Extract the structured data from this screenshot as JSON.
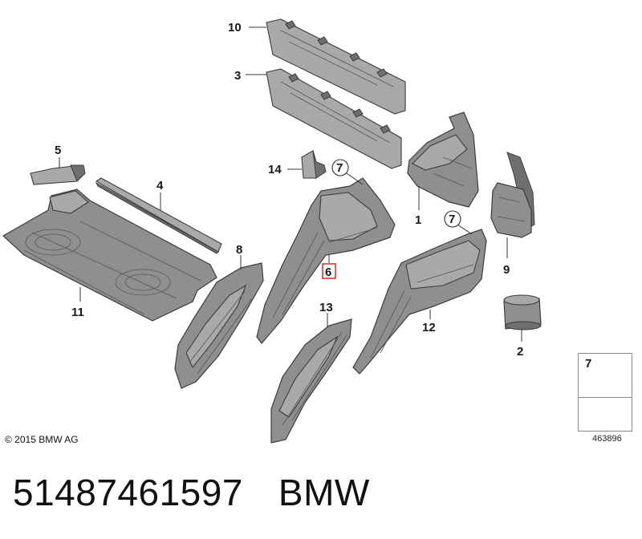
{
  "callouts": {
    "c1": "1",
    "c2": "2",
    "c3": "3",
    "c4": "4",
    "c5": "5",
    "c6": "6",
    "c7a": "7",
    "c7b": "7",
    "c8": "8",
    "c9": "9",
    "c10": "10",
    "c11": "11",
    "c12": "12",
    "c13": "13",
    "c14": "14"
  },
  "highlight_color": "#e0281f",
  "legend": {
    "part_number": "7"
  },
  "footer": {
    "copyright": "© 2015 BMW AG",
    "catalog_ref": "463896",
    "part_number": "51487461597",
    "brand": "BMW"
  }
}
